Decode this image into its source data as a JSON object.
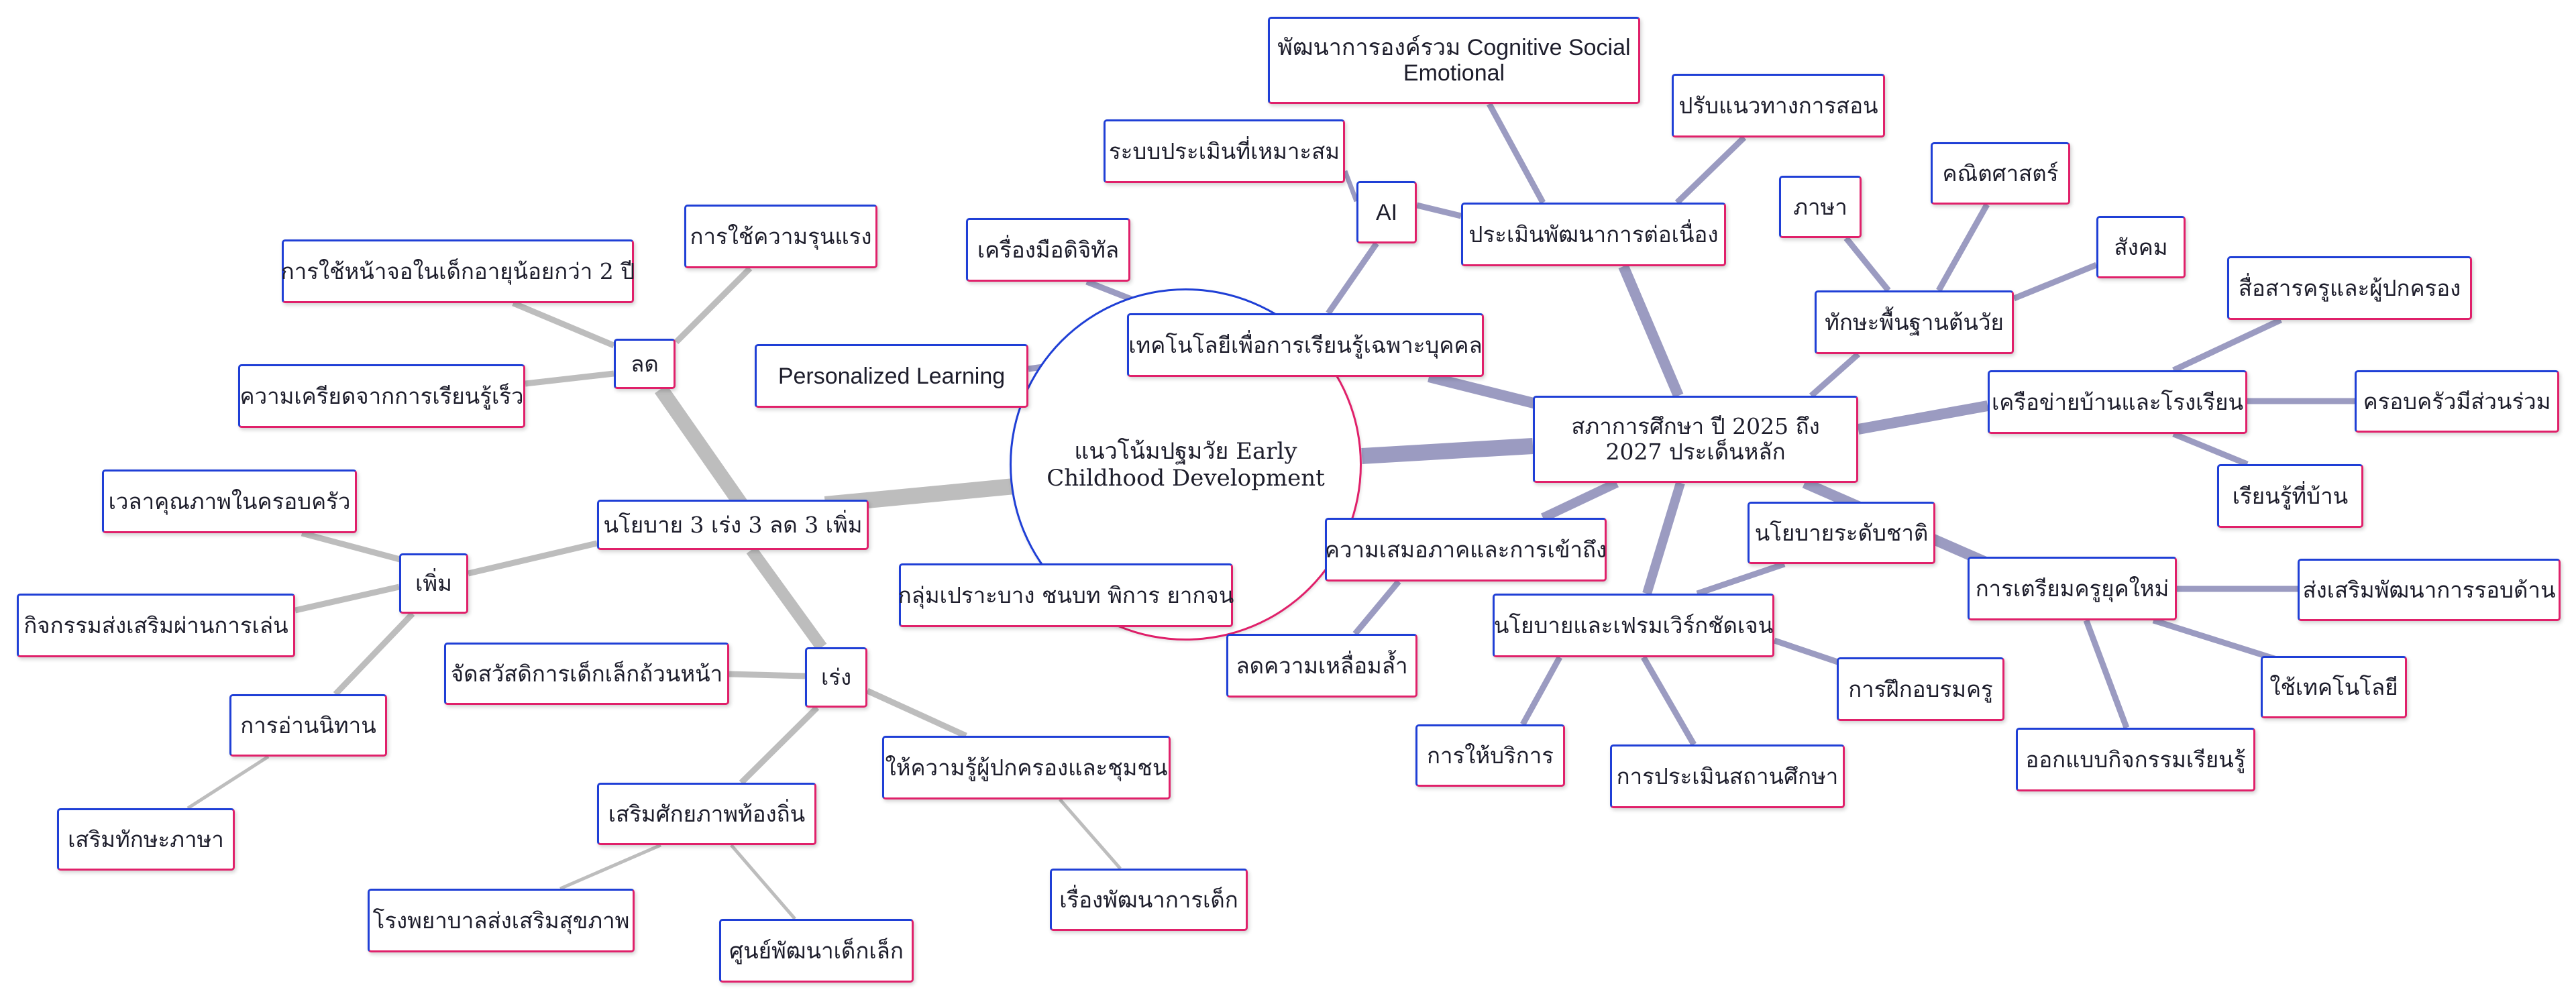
{
  "colors": {
    "edge_gray": "#bdbdbd",
    "edge_purple": "#9b9bc1",
    "node_border_blue": "#1f3fd6",
    "node_border_pink": "#e0206a"
  },
  "root": {
    "label": "แนวโน้มปฐมวัย Early Childhood Development"
  },
  "left": {
    "policy": "นโยบาย 3 เร่ง 3 ลด 3 เพิ่ม",
    "reduce": {
      "label": "ลด",
      "items": [
        "การใช้ความรุนแรง",
        "การใช้หน้าจอในเด็กอายุน้อยกว่า 2 ปี",
        "ความเครียดจากการเรียนรู้เร็ว"
      ]
    },
    "increase": {
      "label": "เพิ่ม",
      "items": [
        "เวลาคุณภาพในครอบครัว",
        "กิจกรรมส่งเสริมผ่านการเล่น",
        "การอ่านนิทาน"
      ],
      "reading_child": "เสริมทักษะภาษา"
    },
    "accelerate": {
      "label": "เร่ง",
      "items": [
        "จัดสวัสดิการเด็กเล็กถ้วนหน้า",
        "เสริมศักยภาพท้องถิ่น",
        "ให้ความรู้ผู้ปกครองและชุมชน"
      ],
      "local_children": [
        "โรงพยาบาลส่งเสริมสุขภาพ",
        "ศูนย์พัฒนาเด็กเล็ก"
      ],
      "knowledge_child": "เรื่องพัฒนาการเด็ก"
    }
  },
  "tech": {
    "label": "เทคโนโลยีเพื่อการเรียนรู้เฉพาะบุคคล",
    "tools": "เครื่องมือดิจิทัล",
    "personalized": "Personalized Learning",
    "ai": "AI",
    "ai_child": "ระบบประเมินที่เหมาะสม"
  },
  "vulnerable": "กลุ่มเปราะบาง ชนบท พิการ ยากจน",
  "right": {
    "hub": "สภาการศึกษา ปี 2025 ถึง 2027 ประเด็นหลัก",
    "assessment": {
      "label": "ประเมินพัฒนาการต่อเนื่อง",
      "children": [
        "พัฒนาการองค์รวม Cognitive Social Emotional",
        "ปรับแนวทางการสอน"
      ]
    },
    "basic_skills": {
      "label": "ทักษะพื้นฐานต้นวัย",
      "children": [
        "ภาษา",
        "คณิตศาสตร์",
        "สังคม"
      ]
    },
    "network": {
      "label": "เครือข่ายบ้านและโรงเรียน",
      "children": [
        "สื่อสารครูและผู้ปกครอง",
        "ครอบครัวมีส่วนร่วม",
        "เรียนรู้ที่บ้าน"
      ]
    },
    "equity": {
      "label": "ความเสมอภาคและการเข้าถึง",
      "child": "ลดความเหลื่อมล้ำ"
    },
    "framework": {
      "label": "นโยบายและเฟรมเวิร์กชัดเจน",
      "children": [
        "นโยบายระดับชาติ",
        "การฝึกอบรมครู",
        "การประเมินสถานศึกษา",
        "การให้บริการ"
      ]
    },
    "teachers": {
      "label": "การเตรียมครูยุคใหม่",
      "children": [
        "ส่งเสริมพัฒนาการรอบด้าน",
        "ใช้เทคโนโลยี",
        "ออกแบบกิจกรรมเรียนรู้"
      ]
    }
  }
}
